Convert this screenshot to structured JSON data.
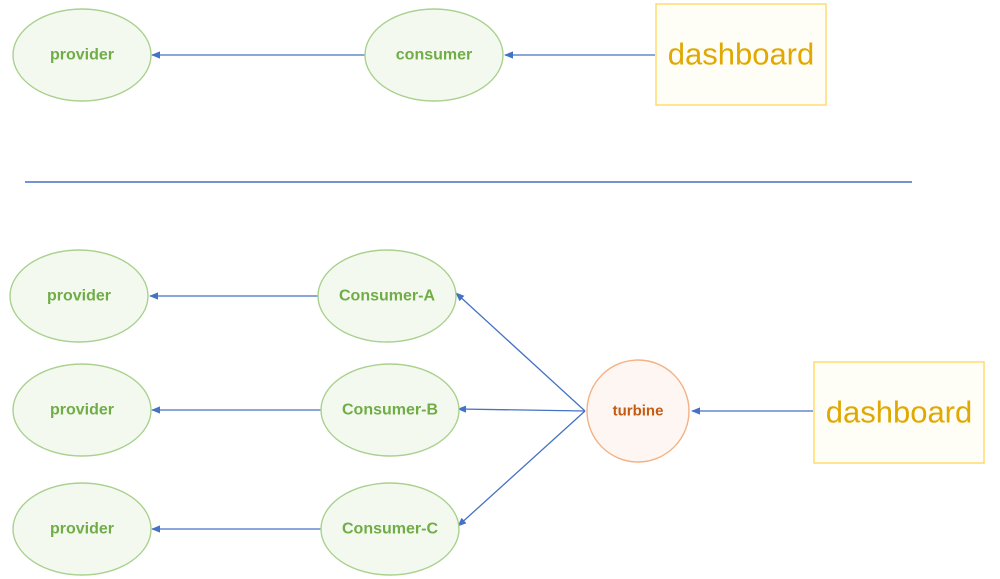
{
  "colors": {
    "node_stroke": "#a9d18e",
    "node_fill": "#f4f9f0",
    "node_text": "#70ad47",
    "turbine_stroke": "#f4b183",
    "turbine_fill": "#fdf6f2",
    "turbine_text": "#c55a11",
    "dashboard_stroke": "#ffd966",
    "dashboard_fill": "#fffef6",
    "dashboard_text": "#e0a800",
    "edge": "#4472c4",
    "divider": "#4472c4"
  },
  "top_section": {
    "provider_label": "provider",
    "consumer_label": "consumer",
    "dashboard_label": "dashboard"
  },
  "bottom_section": {
    "providers": [
      "provider",
      "provider",
      "provider"
    ],
    "consumers": [
      "Consumer-A",
      "Consumer-B",
      "Consumer-C"
    ],
    "turbine_label": "turbine",
    "dashboard_label": "dashboard"
  }
}
